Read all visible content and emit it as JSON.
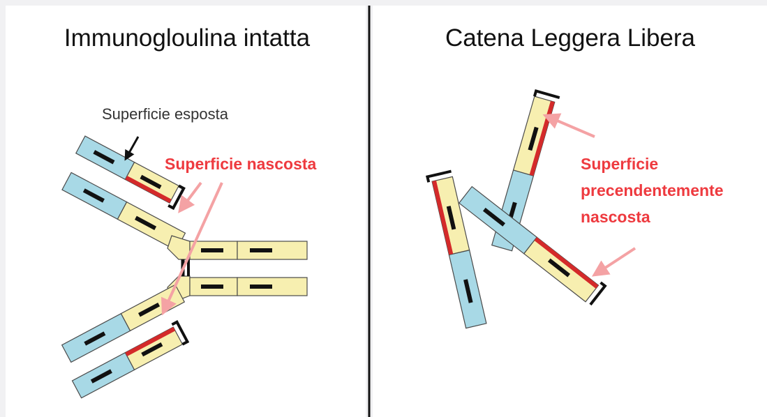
{
  "left_panel": {
    "title": "Immunogloulina intatta",
    "label_exposed": "Superficie esposta",
    "label_hidden": "Superficie nascosta"
  },
  "right_panel": {
    "title": "Catena Leggera Libera",
    "label_hidden_lines": [
      "Superficie",
      "precendentemente",
      "nascosta"
    ]
  },
  "colors": {
    "background": "#f1f1f3",
    "panel": "#ffffff",
    "light_chain": "#a8d9e6",
    "heavy_chain": "#f7efb0",
    "hidden_surface": "#d42a2a",
    "label_red": "#ee3a3f",
    "pointer_pink": "#f4a2a4",
    "divider": "#111111"
  }
}
